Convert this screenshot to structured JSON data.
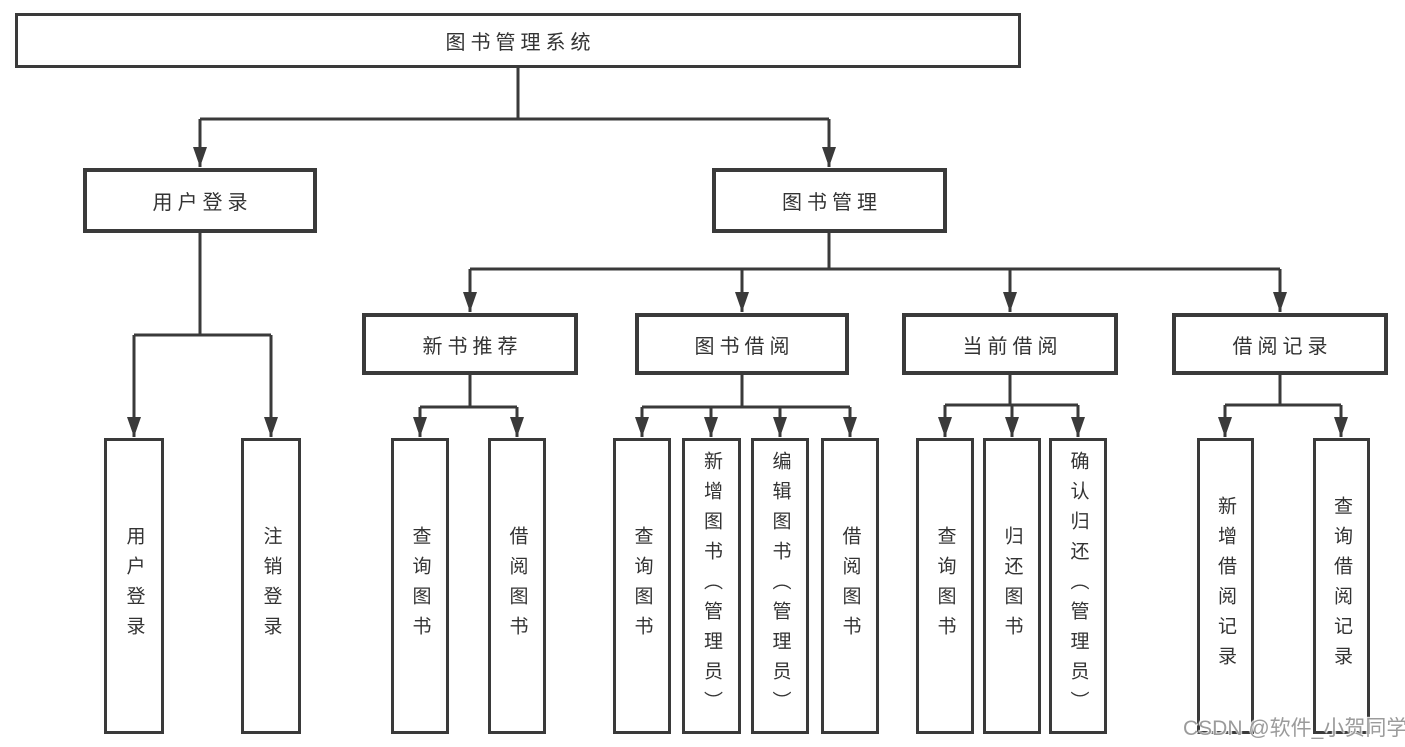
{
  "diagram": {
    "root": {
      "label": "图书管理系统"
    },
    "branches": [
      {
        "label": "用户登录",
        "children": [
          {
            "label": "用户登录"
          },
          {
            "label": "注销登录"
          }
        ]
      },
      {
        "label": "图书管理",
        "children": [
          {
            "label": "新书推荐",
            "children": [
              {
                "label": "查询图书"
              },
              {
                "label": "借阅图书"
              }
            ]
          },
          {
            "label": "图书借阅",
            "children": [
              {
                "label": "查询图书"
              },
              {
                "label": "新增图书（管理员）"
              },
              {
                "label": "编辑图书（管理员）"
              },
              {
                "label": "借阅图书"
              }
            ]
          },
          {
            "label": "当前借阅",
            "children": [
              {
                "label": "查询图书"
              },
              {
                "label": "归还图书"
              },
              {
                "label": "确认归还（管理员）"
              }
            ]
          },
          {
            "label": "借阅记录",
            "children": [
              {
                "label": "新增借阅记录"
              },
              {
                "label": "查询借阅记录"
              }
            ]
          }
        ]
      }
    ],
    "watermark": "CSDN @软件_小贺同学",
    "colors": {
      "line": "#3a3a3a",
      "text": "#333333",
      "watermark": "#9b9b9b",
      "background": "#ffffff"
    }
  }
}
